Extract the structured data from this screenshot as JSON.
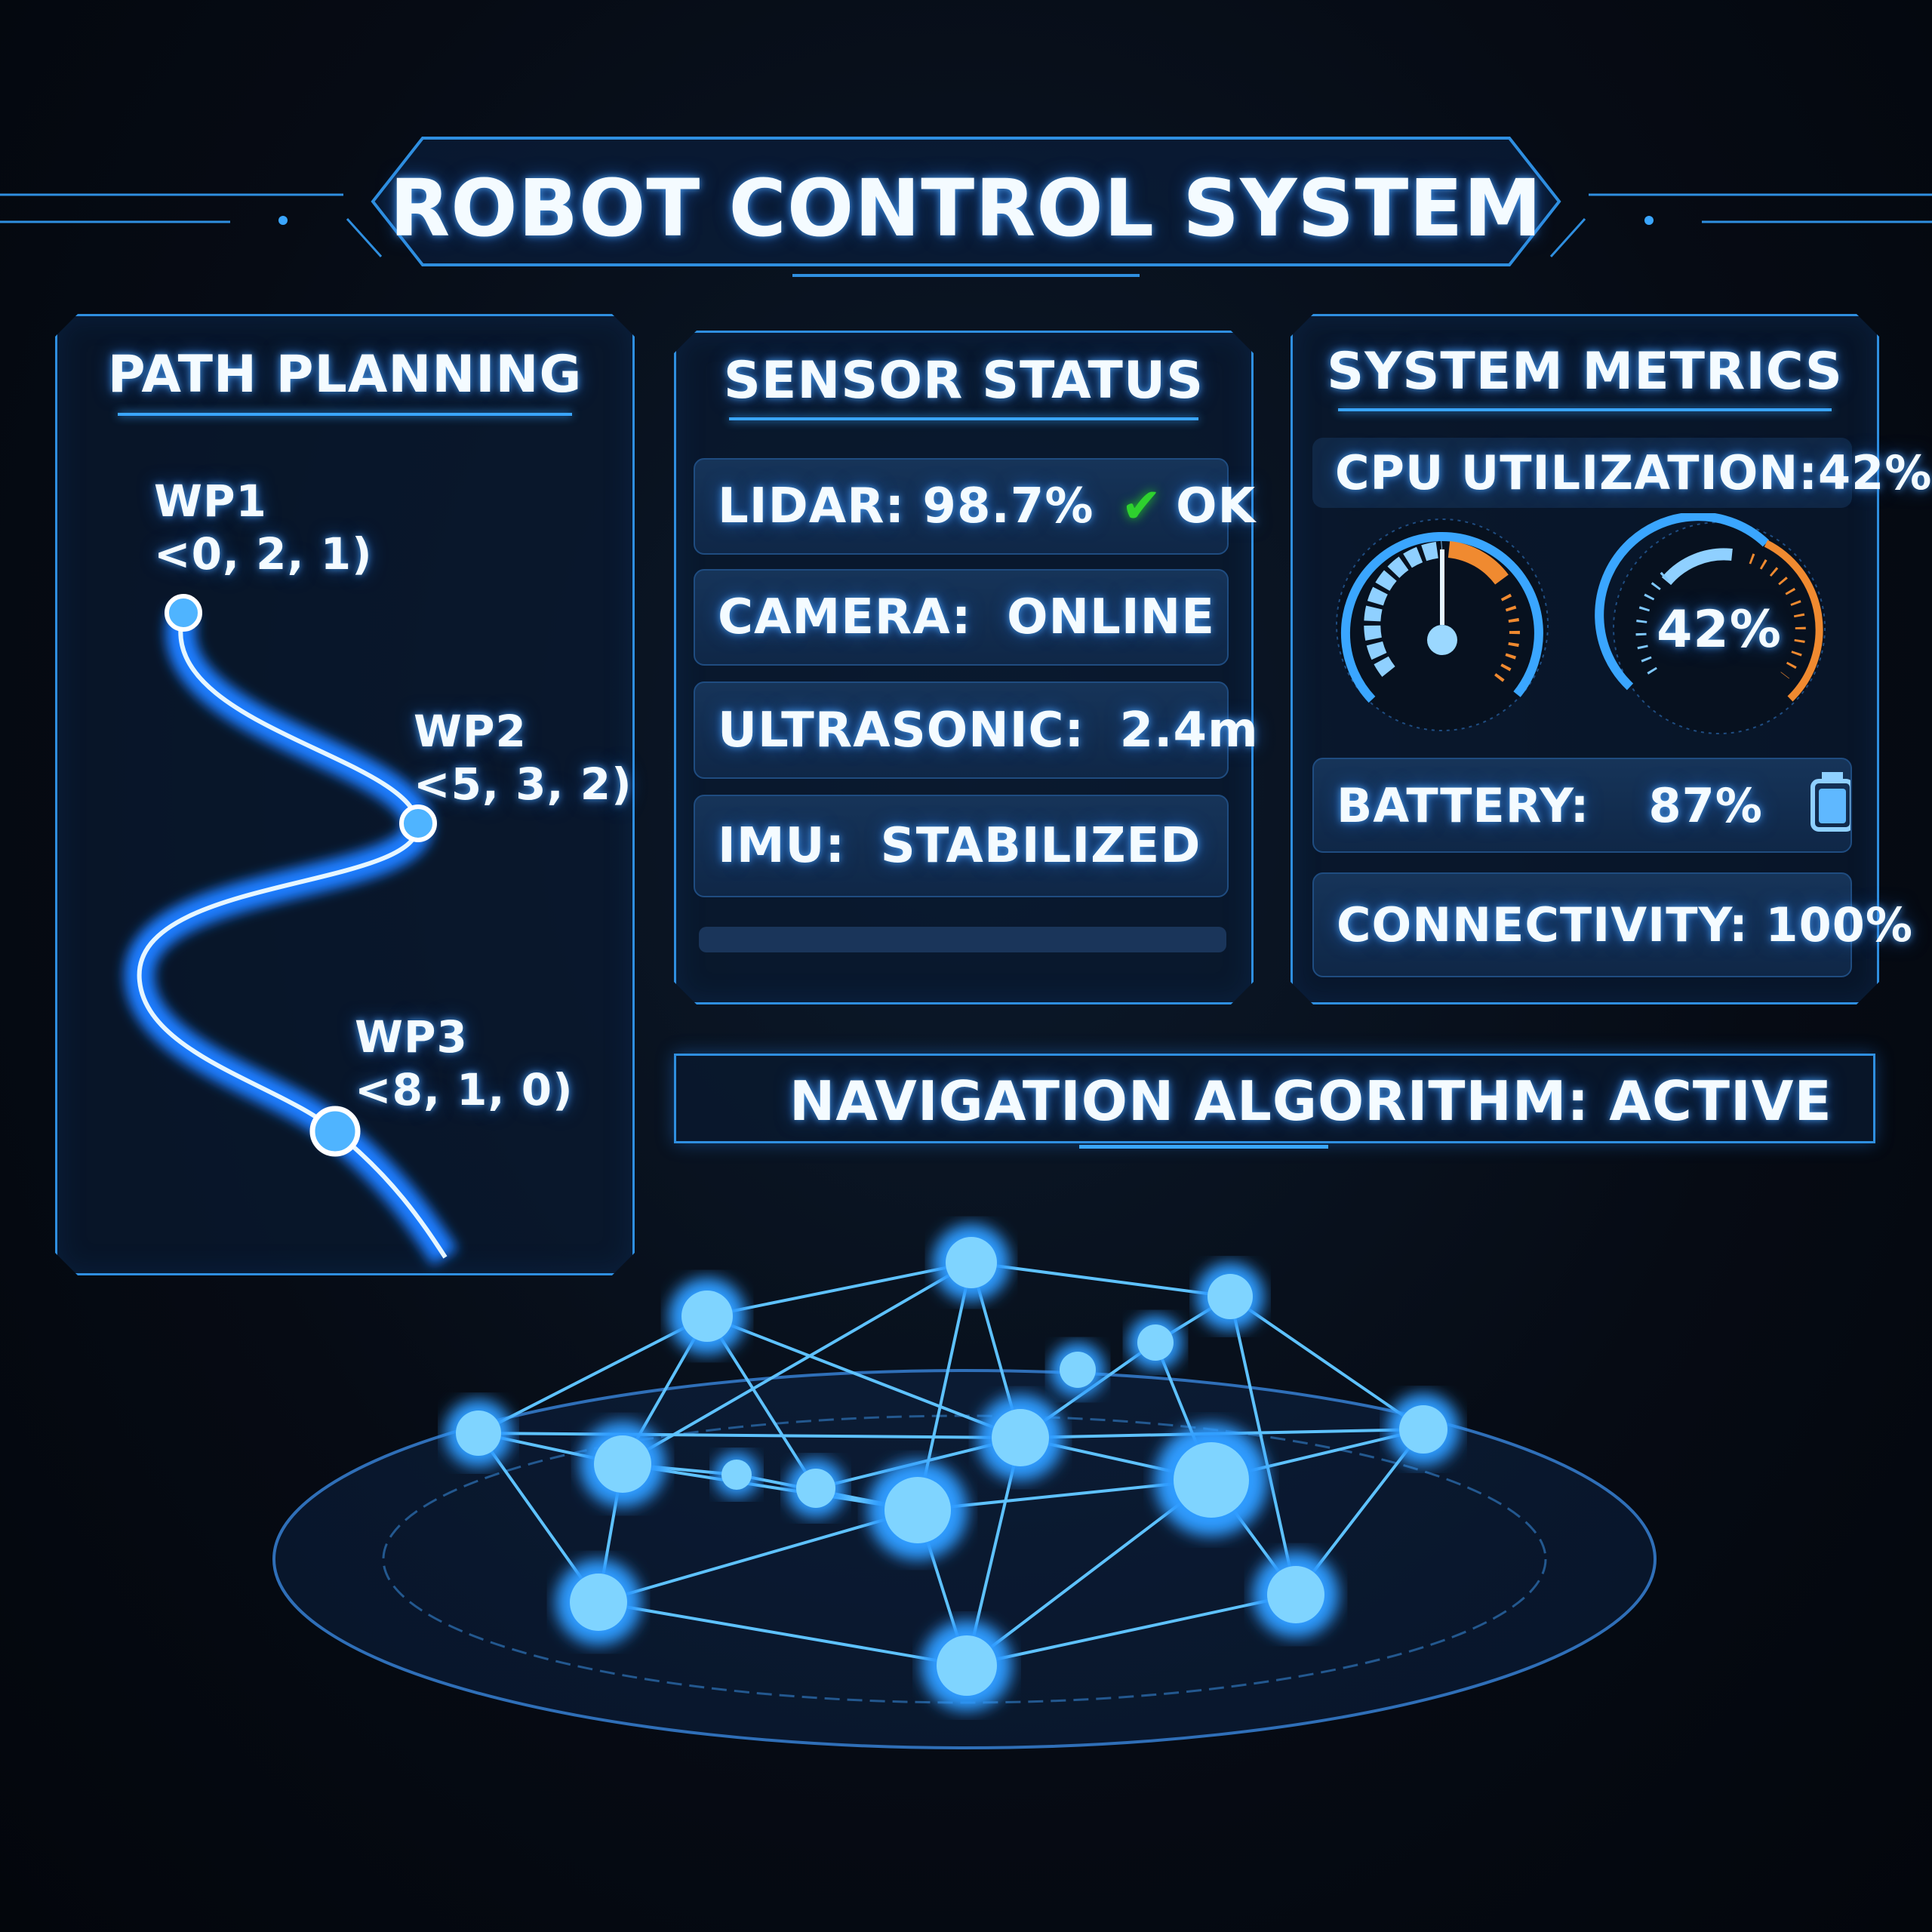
{
  "header": {
    "title": "ROBOT CONTROL SYSTEM"
  },
  "path_planning": {
    "title": "PATH PLANNING",
    "waypoints": [
      {
        "label": "WP1",
        "coords": "<0, 2, 1)"
      },
      {
        "label": "WP2",
        "coords": "<5, 3, 2)"
      },
      {
        "label": "WP3",
        "coords": "<8, 1, 0)"
      }
    ]
  },
  "sensor_status": {
    "title": "SENSOR STATUS",
    "lidar": {
      "label": "LIDAR: 98.7%",
      "status": "OK",
      "status_icon": "check-icon"
    },
    "camera": {
      "label": "CAMERA:  ONLINE"
    },
    "ultrasonic": {
      "label": "ULTRASONIC:  2.4m"
    },
    "imu": {
      "label": "IMU:  STABILIZED"
    }
  },
  "system_metrics": {
    "title": "SYSTEM METRICS",
    "cpu": {
      "label": "CPU UTILIZATION:",
      "value": "42%",
      "gauge_percent": 42
    },
    "gauge_right_label": "42%",
    "battery": {
      "label": "BATTERY:",
      "value": "87%",
      "icon": "battery-icon"
    },
    "connectivity": {
      "label": "CONNECTIVITY: 100%",
      "icon": "wifi-icon"
    }
  },
  "navigation": {
    "status": "NAVIGATION ALGORITHM: ACTIVE"
  },
  "colors": {
    "accent": "#3aa6ff",
    "ok": "#2ed12e",
    "warn": "#f08a30",
    "background": "#060b14"
  }
}
